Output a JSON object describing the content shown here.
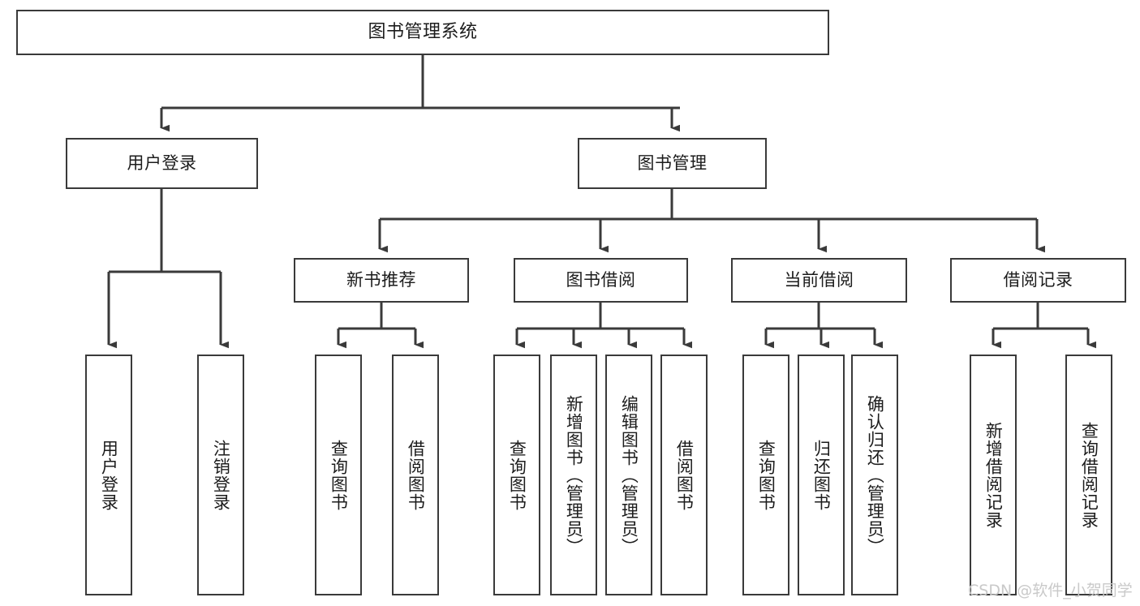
{
  "diagram": {
    "title": "图书管理系统",
    "type": "tree",
    "watermark": "CSDN @软件_小贺同学",
    "colors": {
      "box_border": "#3a3a3a",
      "box_fill": "#ffffff",
      "line": "#3a3a3a",
      "text": "#1c1c1c",
      "watermark": "#c9c9c9",
      "background": "#ffffff"
    },
    "root": {
      "label": "图书管理系统"
    },
    "level1": [
      {
        "label": "用户登录"
      },
      {
        "label": "图书管理"
      }
    ],
    "level2": [
      {
        "label": "新书推荐"
      },
      {
        "label": "图书借阅"
      },
      {
        "label": "当前借阅"
      },
      {
        "label": "借阅记录"
      }
    ],
    "leaves": {
      "user_login": [
        {
          "label": "用户登录"
        },
        {
          "label": "注销登录"
        }
      ],
      "new_book_recommend": [
        {
          "label": "查询图书"
        },
        {
          "label": "借阅图书"
        }
      ],
      "book_borrow": [
        {
          "label": "查询图书"
        },
        {
          "label": "新增图书（管理员）"
        },
        {
          "label": "编辑图书（管理员）"
        },
        {
          "label": "借阅图书"
        }
      ],
      "current_borrow": [
        {
          "label": "查询图书"
        },
        {
          "label": "归还图书"
        },
        {
          "label": "确认归还（管理员）"
        }
      ],
      "borrow_record": [
        {
          "label": "新增借阅记录"
        },
        {
          "label": "查询借阅记录"
        }
      ]
    }
  }
}
